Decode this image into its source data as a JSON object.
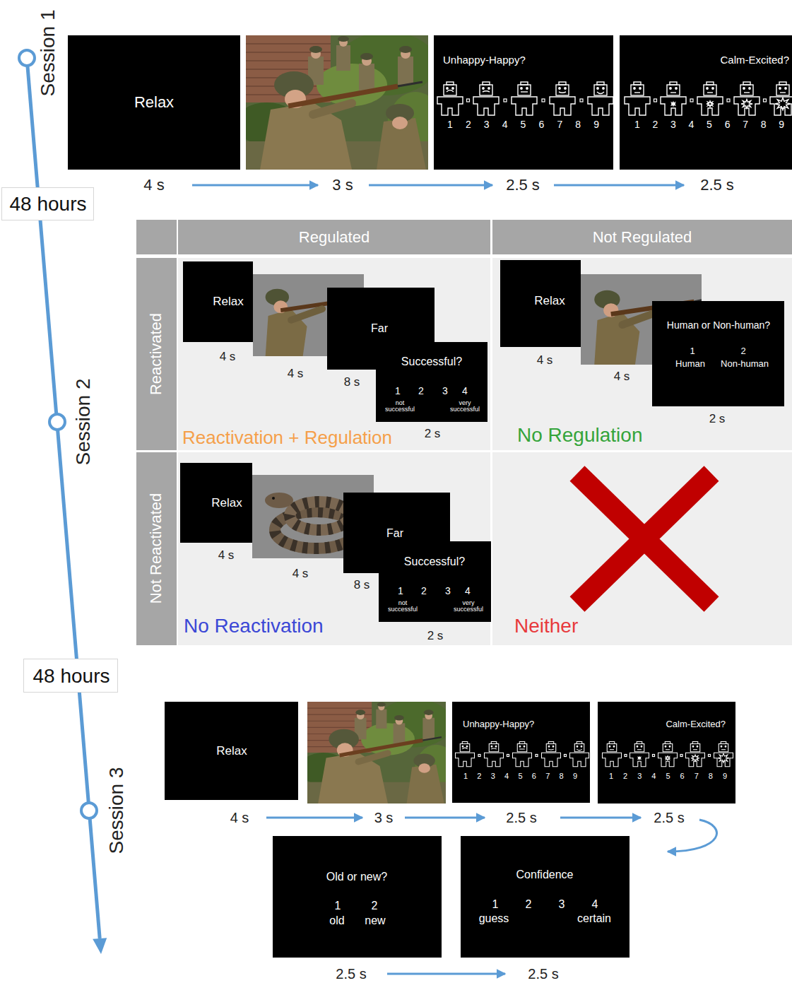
{
  "diagram": {
    "nodes": [
      {
        "text": [
          "Relax"
        ]
      },
      {
        "text": [
          "Unhappy-Happy?",
          "1 2 3 4 5 6 7 8 9"
        ]
      },
      {
        "text": [
          "Calm-Excited?",
          "1 2 3 4 5 6 7 8 9"
        ]
      },
      {
        "text": [
          "48 hours"
        ]
      },
      {
        "text": [
          "Regulated"
        ]
      },
      {
        "text": [
          "Not Regulated"
        ]
      },
      {
        "text": [
          "Reactivated"
        ]
      },
      {
        "text": [
          "Reactivation + Regulation"
        ]
      },
      {
        "text": [
          "Relax"
        ],
        "in": 7
      },
      {
        "text": [
          "Far"
        ],
        "in": 7
      },
      {
        "text": [
          "Successful?",
          "1",
          "2",
          "3",
          "4",
          "not successful",
          "very successful"
        ],
        "in": 7
      },
      {
        "text": [
          "No Regulation"
        ]
      },
      {
        "text": [
          "Relax"
        ],
        "in": 11
      },
      {
        "text": [
          "Human or Non-human?",
          "1",
          "2",
          "Human",
          "Non-human"
        ],
        "in": 11
      },
      {
        "text": [
          "Not Reactivated"
        ]
      },
      {
        "text": [
          "No Reactivation"
        ]
      },
      {
        "text": [
          "Relax"
        ],
        "in": 15
      },
      {
        "text": [
          "Far"
        ],
        "in": 15
      },
      {
        "text": [
          "Successful?",
          "1",
          "2",
          "3",
          "4",
          "not successful",
          "very successful"
        ],
        "in": 15
      },
      {
        "text": [
          "Neither"
        ]
      },
      {
        "text": [
          "48 hours"
        ]
      },
      {
        "text": [
          "Relax"
        ]
      },
      {
        "text": [
          "Unhappy-Happy?",
          "1 2 3 4 5 6 7 8 9"
        ]
      },
      {
        "text": [
          "Calm-Excited?",
          "1 2 3 4 5 6 7 8 9"
        ]
      },
      {
        "text": [
          "Old or new?",
          "1",
          "2",
          "old",
          "new"
        ]
      },
      {
        "text": [
          "Confidence",
          "1",
          "2",
          "3",
          "4",
          "guess",
          "certain"
        ]
      }
    ],
    "labels": [
      "Session 1",
      "4 s",
      "3 s",
      "2.5 s",
      "2.5 s",
      "Session 2",
      "4 s",
      "4 s",
      "8 s",
      "2 s",
      "4 s",
      "4 s",
      "2 s",
      "4 s",
      "4 s",
      "8 s",
      "2 s",
      "Session 3",
      "4 s",
      "3 s",
      "2.5 s",
      "2.5 s",
      "2.5 s",
      "2.5 s"
    ]
  }
}
